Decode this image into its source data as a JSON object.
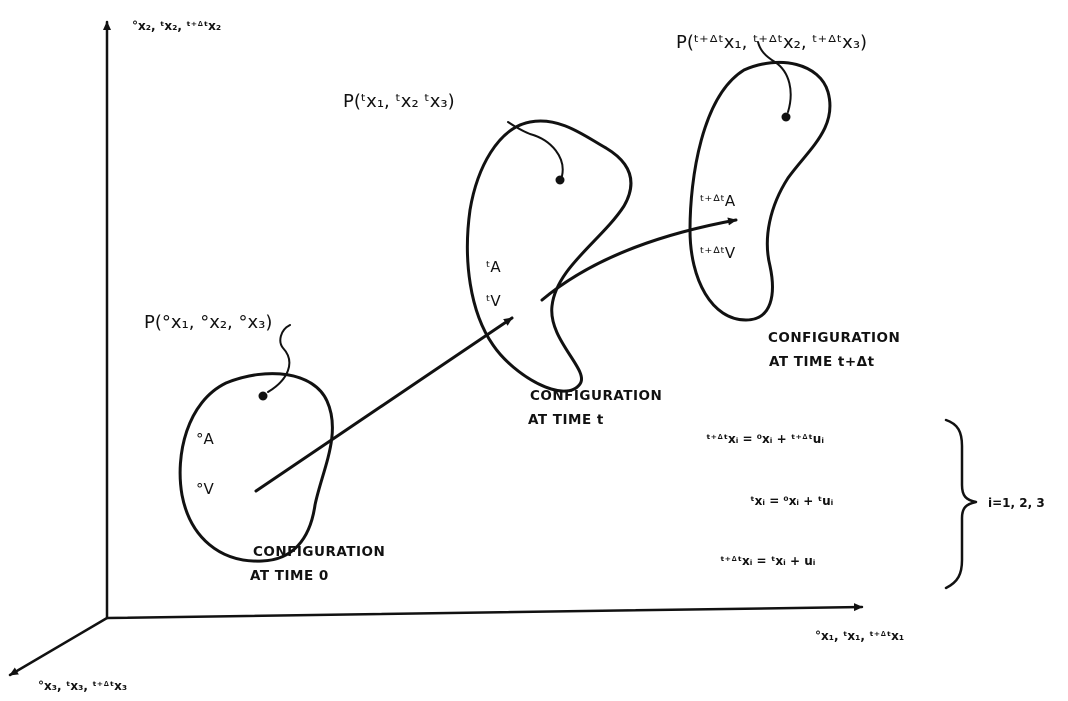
{
  "axes": {
    "x2": "°x₂, ᵗx₂, ᵗ⁺ᐞᵗx₂",
    "x1": "°x₁, ᵗx₁, ᵗ⁺ᐞᵗx₁",
    "x3": "°x₃, ᵗx₃, ᵗ⁺ᐞᵗx₃"
  },
  "config0": {
    "point": "P(°x₁, °x₂, °x₃)",
    "area": "°A",
    "volume": "°V",
    "caption_line1": "CONFIGURATION",
    "caption_line2": "AT TIME 0"
  },
  "configT": {
    "point": "P(ᵗx₁, ᵗx₂  ᵗx₃)",
    "area": "ᵗA",
    "volume": "ᵗV",
    "caption_line1": "CONFIGURATION",
    "caption_line2": "AT TIME t"
  },
  "configTdt": {
    "point": "P(ᵗ⁺ᐞᵗx₁, ᵗ⁺ᐞᵗx₂, ᵗ⁺ᐞᵗx₃)",
    "area": "ᵗ⁺ᐞᵗA",
    "volume": "ᵗ⁺ᐞᵗV",
    "caption_line1": "CONFIGURATION",
    "caption_line2": "AT TIME t+Δt"
  },
  "equations": {
    "eq1": "ᵗ⁺ᐞᵗxᵢ = ⁰xᵢ + ᵗ⁺ᐞᵗuᵢ",
    "eq2": "ᵗxᵢ = ⁰xᵢ + ᵗuᵢ",
    "eq3": "ᵗ⁺ᐞᵗxᵢ = ᵗxᵢ + uᵢ",
    "range": "i=1, 2, 3"
  }
}
